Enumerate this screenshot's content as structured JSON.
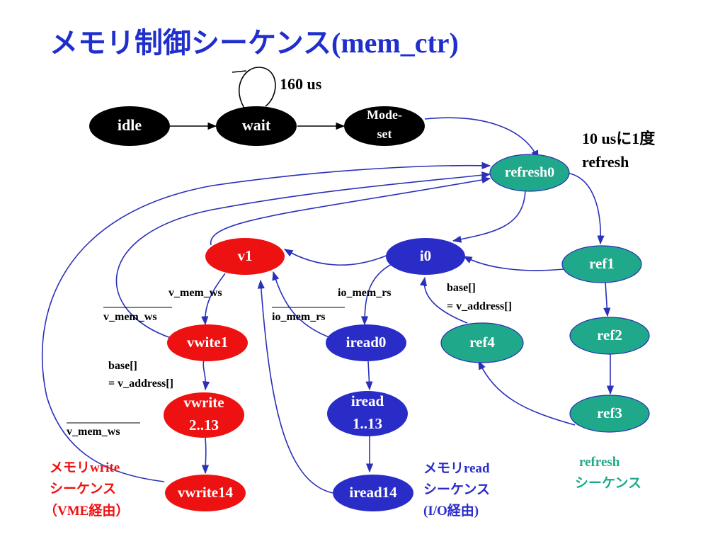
{
  "title": "メモリ制御シーケンス(mem_ctr)",
  "colors": {
    "title": "#1f2ecc",
    "black_node": "#000000",
    "teal_node": "#1fa88a",
    "red_node": "#ee1111",
    "blue_node": "#2a2cc8",
    "edge_blue": "#2a30b8",
    "edge_black": "#000000",
    "caption_red": "#ee1111",
    "caption_blue": "#2a2cc8",
    "caption_teal": "#1fa88a"
  },
  "nodes": {
    "idle": "idle",
    "wait": "wait",
    "modeset_1": "Mode-",
    "modeset_2": "set",
    "refresh0": "refresh0",
    "v1": "v1",
    "i0": "i0",
    "ref1": "ref1",
    "ref2": "ref2",
    "ref3": "ref3",
    "ref4": "ref4",
    "vwite1": "vwite1",
    "vwrite_mid_1": "vwrite",
    "vwrite_mid_2": "2..13",
    "vwrite14": "vwrite14",
    "iread0": "iread0",
    "iread_mid_1": "iread",
    "iread_mid_2": "1..13",
    "iread14": "iread14"
  },
  "labels": {
    "wait_loop": "160 us",
    "refresh_note_1": "10 usに1度",
    "refresh_note_2": "refresh",
    "v_mem_ws_1": "v_mem_ws",
    "v_mem_ws_bar_1": "v_mem_ws",
    "io_mem_rs_1": "io_mem_rs",
    "io_mem_rs_bar": "io_mem_rs",
    "base_1a": "base[]",
    "base_1b": "= v_address[]",
    "base_2a": "base[]",
    "base_2b": "= v_address[]",
    "v_mem_ws_bar_2": "v_mem_ws"
  },
  "captions": {
    "vme_1": "メモリwrite",
    "vme_2": "シーケンス",
    "vme_3": "（VME経由）",
    "io_1": "メモリread",
    "io_2": "シーケンス",
    "io_3": "(I/O経由)",
    "ref_1": "refresh",
    "ref_2": "シーケンス"
  }
}
